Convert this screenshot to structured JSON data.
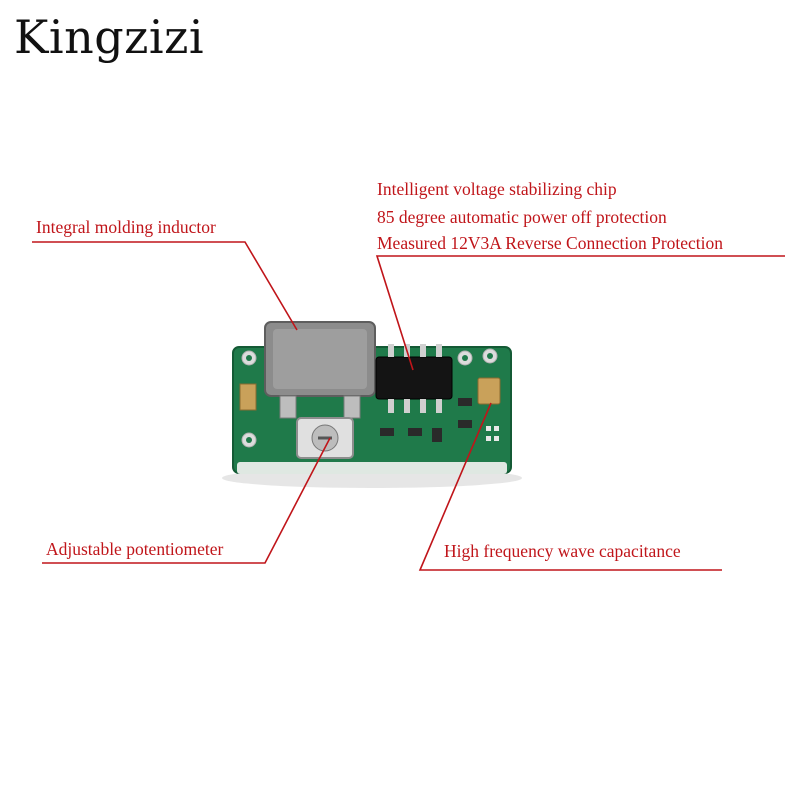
{
  "brand": "Kingzizi",
  "colors": {
    "callout": "#c0151a",
    "board": "#1f7a4a",
    "inductor": "#8c8c8c",
    "chip": "#141414"
  },
  "callouts": {
    "inductor": "Integral molding inductor",
    "chip_lines": [
      "Intelligent voltage stabilizing chip",
      "85 degree automatic power off protection",
      "Measured 12V3A Reverse Connection Protection"
    ],
    "potentiometer": "Adjustable potentiometer",
    "capacitance": "High frequency wave capacitance"
  }
}
